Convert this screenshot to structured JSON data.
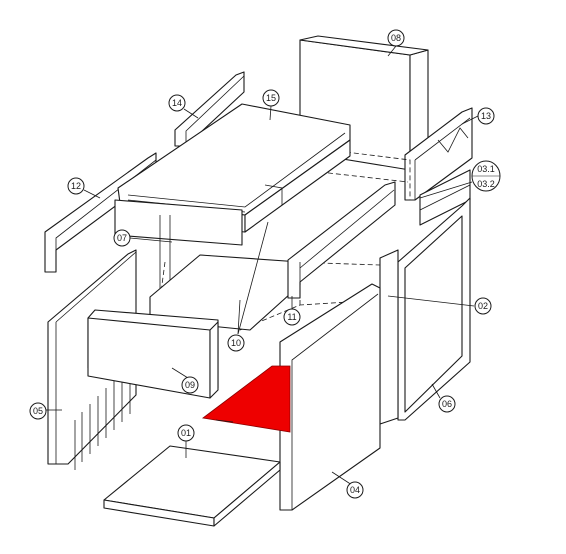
{
  "diagram": {
    "highlight_color": "#ee0000",
    "labels": {
      "p01": "01",
      "p02": "02",
      "p031": "03.1",
      "p032": "03.2",
      "p04": "04",
      "p05": "05",
      "p06": "06",
      "p07": "07",
      "p08": "08",
      "p09": "09",
      "p10": "10",
      "p11": "11",
      "p12": "12",
      "p13": "13",
      "p14": "14",
      "p15": "15"
    }
  }
}
